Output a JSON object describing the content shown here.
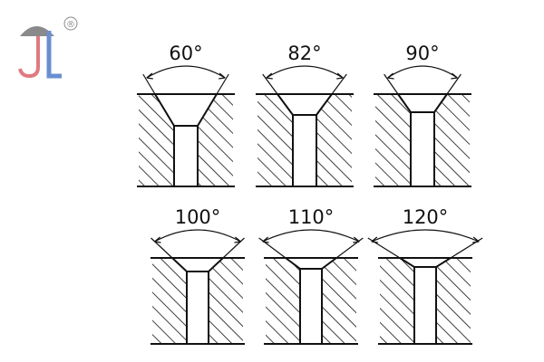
{
  "logo": {
    "text": "JL",
    "registered_mark": "®",
    "colors": {
      "umbrella": "#8a8a8a",
      "j_stroke": "#e07a80",
      "l_stroke": "#6a8fd0"
    }
  },
  "countersinks": [
    {
      "label": "60°",
      "angle": 60
    },
    {
      "label": "82°",
      "angle": 82
    },
    {
      "label": "90°",
      "angle": 90
    },
    {
      "label": "100°",
      "angle": 100
    },
    {
      "label": "110°",
      "angle": 110
    },
    {
      "label": "120°",
      "angle": 120
    }
  ],
  "colors": {
    "stroke": "#111111",
    "hatch": "#111111",
    "background": "#ffffff"
  }
}
